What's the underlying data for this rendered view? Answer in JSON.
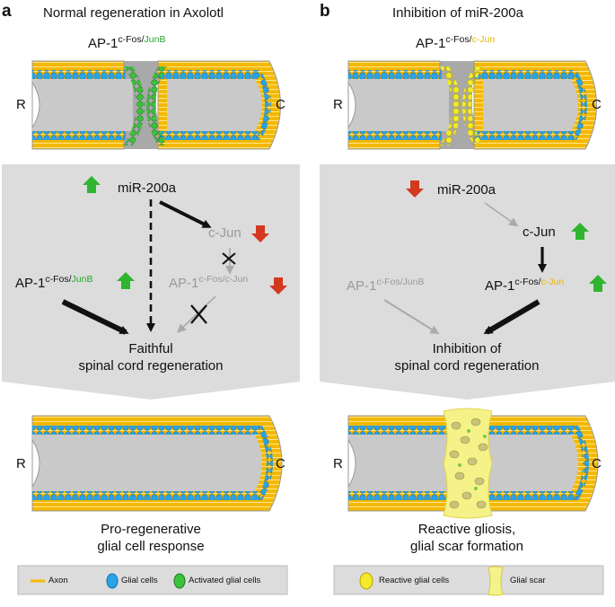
{
  "panel_a": {
    "letter": "a",
    "title": "Normal regeneration in Axolotl",
    "top_label_main": "AP-1",
    "top_label_sup1": "c-Fos/",
    "top_label_sup2": "JunB",
    "left_end": "R",
    "right_end": "C",
    "mir": "miR-200a",
    "cjun": "c-Jun",
    "ap1_left_main": "AP-1",
    "ap1_left_sup1": "c-Fos/",
    "ap1_left_sup2": "JunB",
    "ap1_right_main": "AP-1",
    "ap1_right_sup": "c-Fos/c-Jun",
    "outcome_line1": "Faithful",
    "outcome_line2": "spinal cord regeneration",
    "result_line1": "Pro-regenerative",
    "result_line2": "glial cell response",
    "bottom_left_end": "R",
    "bottom_right_end": "C",
    "legend": {
      "axon": "Axon",
      "glial": "Glial cells",
      "activated": "Activated glial cells"
    }
  },
  "panel_b": {
    "letter": "b",
    "title": "Inhibition of miR-200a",
    "top_label_main": "AP-1",
    "top_label_sup1": "c-Fos/",
    "top_label_sup2": "c-Jun",
    "left_end": "R",
    "right_end": "C",
    "mir": "miR-200a",
    "cjun": "c-Jun",
    "ap1_left_main": "AP-1",
    "ap1_left_sup": "c-Fos/JunB",
    "ap1_right_main": "AP-1",
    "ap1_right_sup1": "c-Fos/",
    "ap1_right_sup2": "c-Jun",
    "outcome_line1": "Inhibition of",
    "outcome_line2": "spinal cord regeneration",
    "result_line1": "Reactive gliosis,",
    "result_line2": "glial scar formation",
    "bottom_left_end": "R",
    "bottom_right_end": "C",
    "legend": {
      "reactive": "Reactive glial cells",
      "scar": "Glial scar"
    }
  },
  "colors": {
    "axon": "#f5b800",
    "glial": "#2aa3e6",
    "activated": "#3cc23c",
    "reactive": "#f2ea2a",
    "scar": "#f5f28a",
    "up_arrow": "#2fb52f",
    "down_arrow": "#d3391e",
    "panel_bg": "#dcdcdc",
    "canal": "#c9c9c9"
  }
}
